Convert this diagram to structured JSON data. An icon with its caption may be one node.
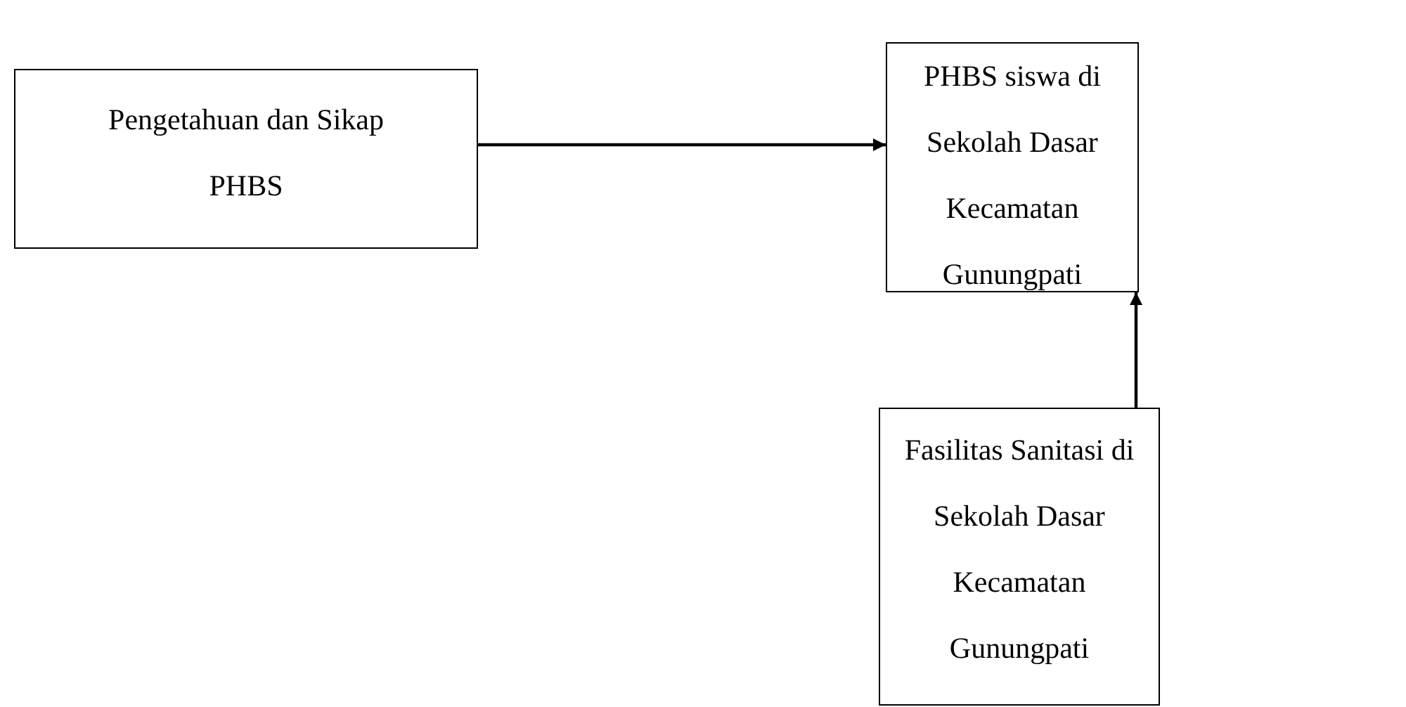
{
  "diagram": {
    "nodes": [
      {
        "text": [
          "Pengetahuan dan Sikap PHBS"
        ]
      },
      {
        "text": [
          "PHBS siswa di Sekolah Dasar Kecamatan Gunungpati"
        ]
      },
      {
        "text": [
          "Fasilitas Sanitasi di Sekolah Dasar Kecamatan Gunungpati"
        ]
      }
    ],
    "edges": [
      {
        "from": 0,
        "to": 1,
        "arrow": "to"
      },
      {
        "from": 2,
        "to": 1,
        "arrow": "to"
      }
    ]
  }
}
